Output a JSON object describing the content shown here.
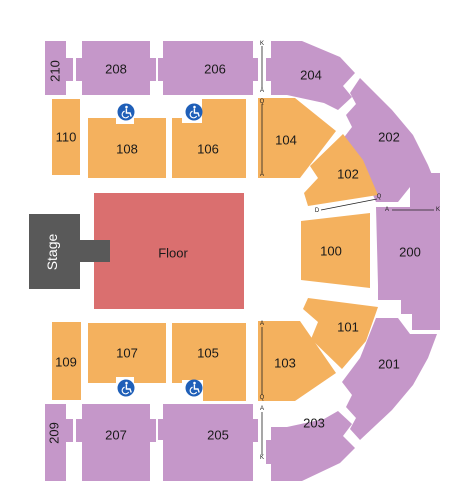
{
  "colors": {
    "upper": "#c597c9",
    "lower": "#f4b15e",
    "floor": "#da6f6f",
    "stage": "#595959",
    "accessible": "#1f5fb8"
  },
  "stage": {
    "label": "Stage"
  },
  "floor": {
    "label": "Floor"
  },
  "sections": {
    "s210": "210",
    "s208": "208",
    "s206": "206",
    "s204": "204",
    "s202": "202",
    "s200": "200",
    "s201": "201",
    "s203": "203",
    "s205": "205",
    "s207": "207",
    "s209": "209",
    "s110": "110",
    "s108": "108",
    "s106": "106",
    "s104": "104",
    "s102": "102",
    "s100": "100",
    "s101": "101",
    "s103": "103",
    "s105": "105",
    "s107": "107",
    "s109": "109"
  },
  "row_markers": {
    "k1": "K",
    "a1": "A",
    "q104": "Q",
    "a104": "A",
    "d102": "D",
    "q102": "Q",
    "a200": "A",
    "k200": "K",
    "a103": "A",
    "q103": "Q",
    "a205": "A",
    "k205": "K"
  },
  "icons": [
    "wheelchair-icon"
  ]
}
